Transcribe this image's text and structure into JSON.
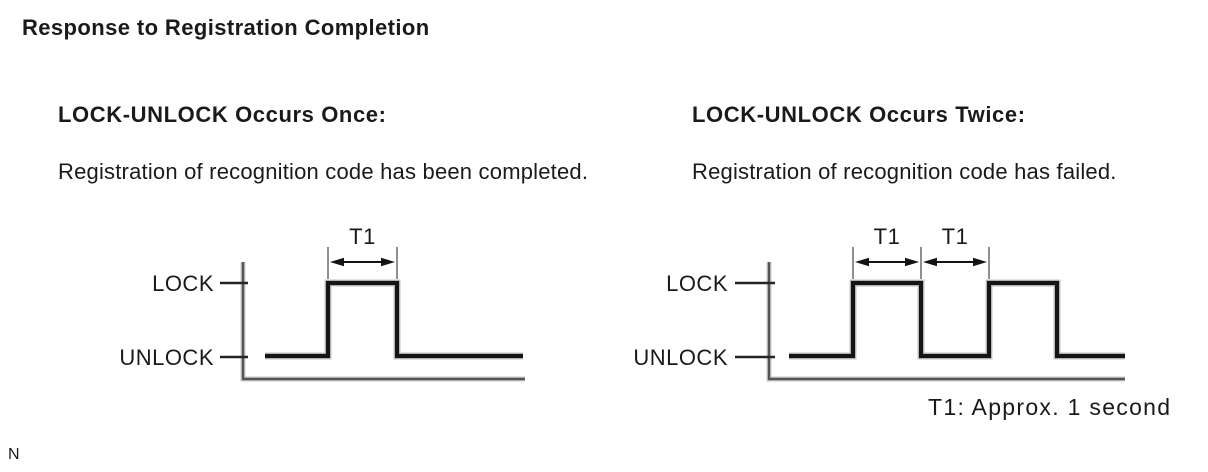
{
  "page": {
    "title": "Response to Registration Completion",
    "footnote": "T1: Approx. 1 second",
    "corner_mark": "N"
  },
  "panels": [
    {
      "heading": "LOCK-UNLOCK Occurs Once:",
      "description": "Registration of recognition code has been completed.",
      "diagram": {
        "type": "timing-waveform",
        "high_label": "LOCK",
        "low_label": "UNLOCK",
        "pulse_count": 1,
        "intervals": [
          "T1"
        ]
      }
    },
    {
      "heading": "LOCK-UNLOCK Occurs Twice:",
      "description": "Registration of recognition code has failed.",
      "diagram": {
        "type": "timing-waveform",
        "high_label": "LOCK",
        "low_label": "UNLOCK",
        "pulse_count": 2,
        "intervals": [
          "T1",
          "T1"
        ]
      }
    }
  ],
  "colors": {
    "text": "#1a1a1a",
    "waveform": "#151515",
    "axis": "#555555",
    "dimension_line": "#8f8f8f",
    "background": "#ffffff"
  }
}
